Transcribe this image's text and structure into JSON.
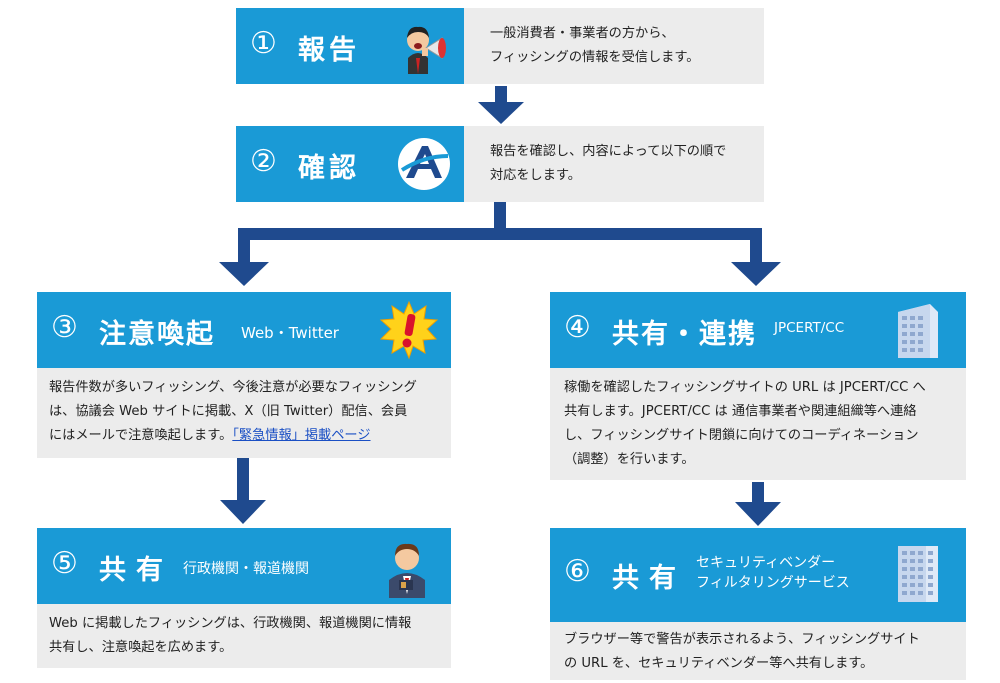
{
  "steps": {
    "s1": {
      "num": "①",
      "title": "報告",
      "lines": [
        "一般消費者・事業者の方から、",
        "フィッシングの情報を受信します。"
      ]
    },
    "s2": {
      "num": "②",
      "title": "確認",
      "lines": [
        "報告を確認し、内容によって以下の順で",
        "対応をします。"
      ]
    },
    "s3": {
      "num": "③",
      "title": "注意喚起",
      "sub": "Web・Twitter",
      "lines": [
        "報告件数が多いフィッシング、今後注意が必要なフィッシング",
        "は、協議会 Web サイトに掲載、X（旧 Twitter）配信、会員",
        "にはメールで注意喚起します。"
      ],
      "link": "「緊急情報」掲載ページ"
    },
    "s4": {
      "num": "④",
      "title": "共有・連携",
      "sub": "JPCERT/CC",
      "lines": [
        "稼働を確認したフィッシングサイトの URL は JPCERT/CC へ",
        "共有します。JPCERT/CC は 通信事業者や関連組織等へ連絡",
        "し、フィッシングサイト閉鎖に向けてのコーディネーション",
        "（調整）を行います。"
      ]
    },
    "s5": {
      "num": "⑤",
      "title": "共有",
      "sub": "行政機関・報道機関",
      "lines": [
        "Web に掲載したフィッシングは、行政機関、報道機関に情報",
        "共有し、注意喚起を広めます。"
      ]
    },
    "s6": {
      "num": "⑥",
      "title": "共有",
      "sub_line1": "セキュリティベンダー",
      "sub_line2": "フィルタリングサービス",
      "lines": [
        "ブラウザー等で警告が表示されるよう、フィッシングサイト",
        "の URL を、セキュリティベンダー等へ共有します。"
      ]
    }
  },
  "icons": {
    "s1": "megaphone-person-icon",
    "s2": "antiphishing-logo-icon",
    "s3": "exclamation-burst-icon",
    "s4": "office-building-icon",
    "s5": "businessman-icon",
    "s6": "office-building-icon"
  },
  "colors": {
    "accent": "#1a9ad6",
    "arrow": "#1f4a8e",
    "panel": "#ececec",
    "link": "#1a4fc4"
  }
}
